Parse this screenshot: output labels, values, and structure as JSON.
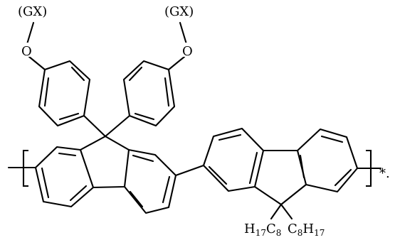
{
  "labels": {
    "gx": "(GX)",
    "oxygen": "O",
    "alkyl_left_h": "H",
    "alkyl_left_h_count": "17",
    "alkyl_left_c": "C",
    "alkyl_left_c_count": "8",
    "alkyl_right_c": "C",
    "alkyl_right_c_count": "8",
    "alkyl_right_h": "H",
    "alkyl_right_h_count": "17",
    "repeat_star": "*."
  },
  "colors": {
    "ink": "#000000",
    "background": "#ffffff"
  }
}
